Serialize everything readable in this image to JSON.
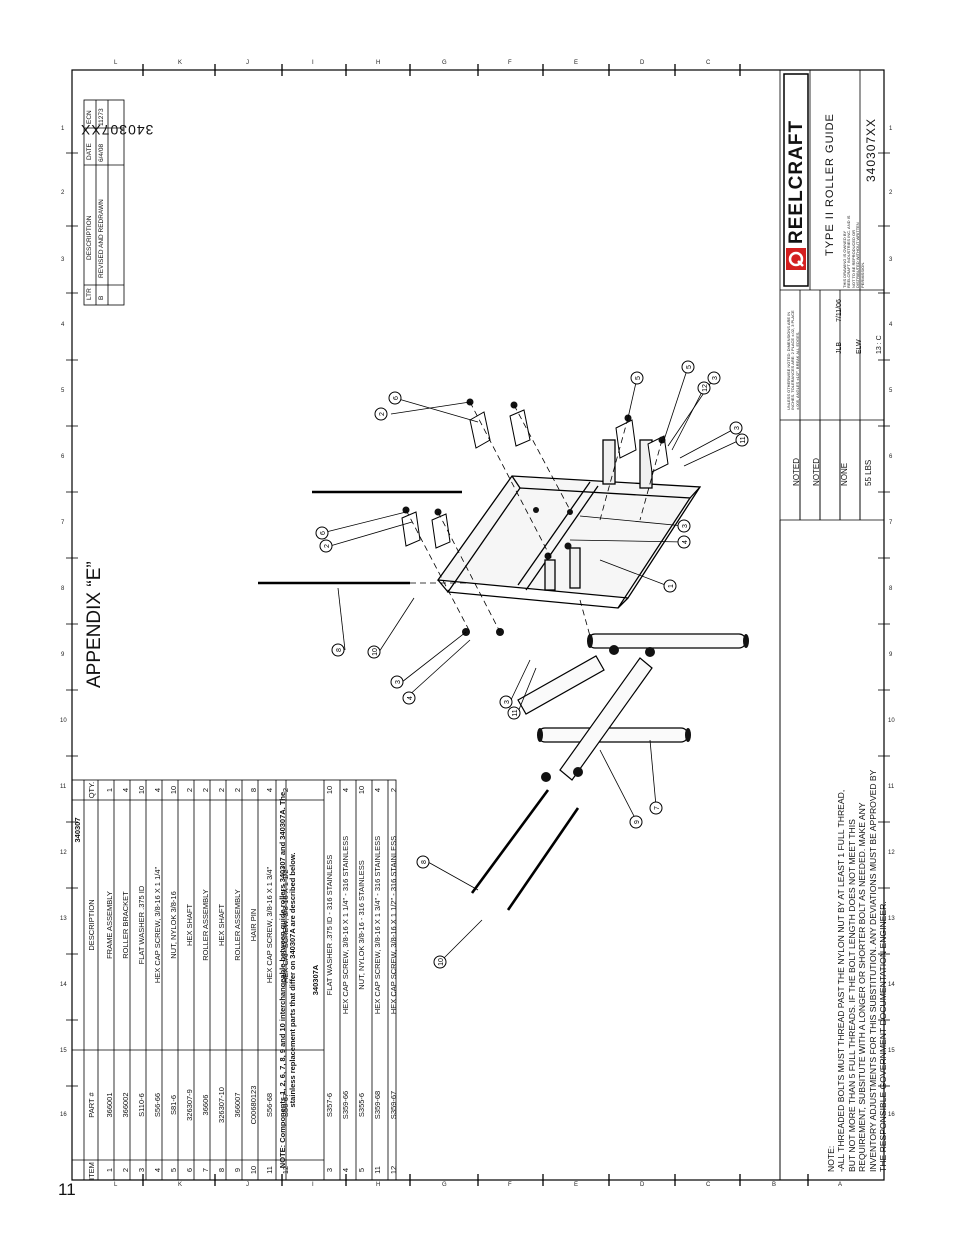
{
  "page_number": "11",
  "drawing_number": "340307XX",
  "appendix_title": "APPENDIX “E”",
  "revision_block": {
    "headers": [
      "LTR",
      "DESCRIPTION",
      "DATE",
      "ECN"
    ],
    "row": [
      "B",
      "REVISED AND REDRAWN",
      "6/4/08",
      "11273"
    ]
  },
  "parts_table": {
    "group_a": "340307",
    "headers": [
      "ITEM #",
      "PART #",
      "DESCRIPTION",
      "QTY."
    ],
    "rows": [
      [
        "1",
        "366001",
        "FRAME ASSEMBLY",
        "1"
      ],
      [
        "2",
        "366002",
        "ROLLER BRACKET",
        "4"
      ],
      [
        "3",
        "S110-6",
        "FLAT WASHER .375 ID",
        "10"
      ],
      [
        "4",
        "S56-66",
        "HEX CAP SCREW, 3/8-16 X 1 1/4\"",
        "4"
      ],
      [
        "5",
        "S81-6",
        "NUT, NYLOK 3/8-16",
        "10"
      ],
      [
        "6",
        "326307-9",
        "HEX SHAFT",
        "2"
      ],
      [
        "7",
        "36606",
        "ROLLER ASSEMBLY",
        "2"
      ],
      [
        "8",
        "326307-10",
        "HEX SHAFT",
        "2"
      ],
      [
        "9",
        "366007",
        "ROLLER ASSEMBLY",
        "2"
      ],
      [
        "10",
        "C00680123",
        "HAIR PIN",
        "8"
      ],
      [
        "11",
        "S56-68",
        "HEX CAP SCREW, 3/8-16 X 1 3/4\"",
        "4"
      ],
      [
        "12",
        "S56-67",
        "HEX CAP SCREW, 3/8-16 X 1 1/2\"",
        "2"
      ]
    ],
    "group_b": "340307A",
    "note": "NOTE: Components 1, 2, 6, 7, 8, 9 and 10 interchangeable between guide rollers 340307 and 340307A. The stainless replacement parts that differ on 340307A are described below.",
    "rows_b": [
      [
        "3",
        "S357-6",
        "FLAT WASHER .375 ID - 316 STAINLESS",
        "10"
      ],
      [
        "4",
        "S359-66",
        "HEX CAP SCREW, 3/8-16 X 1 1/4\" - 316 STAINLESS",
        "4"
      ],
      [
        "5",
        "S355-6",
        "NUT, NYLOK 3/8-16 - 316 STAINLESS",
        "10"
      ],
      [
        "11",
        "S359-68",
        "HEX CAP SCREW, 3/8-16 X 1 3/4\" - 316 STAINLESS",
        "4"
      ],
      [
        "12",
        "S359-67",
        "HEX CAP SCREW, 3/8-16 X 1 1/2\" - 316 STAINLESS",
        "2"
      ]
    ]
  },
  "note_block": [
    "NOTE:",
    "-ALL THREADED BOLTS MUST THREAD PAST THE NYLON NUT BY AT LEAST 1 FULL THREAD,",
    "BUT NOT MORE THAN 5 FULL THREADS.  IF THE BOLT LENGTH DOES NOT MEET THIS",
    "REQUIREMENT, SUBSITUTE WITH A LONGER OR SHORTER BOLT AS NEEDED.  MAKE ANY",
    "INVENTORY ADJUSTMENTS FOR THIS SUBSTITUTION.  ANY DEVIATIONS MUST BE APPROVED BY",
    "THE RESPONSIBLE GOVERNMENT DOCUMENTATION ENGINEER."
  ],
  "title_block": {
    "company": "REELCRAFT",
    "title": "TYPE II ROLLER GUIDE",
    "material": "NOTED",
    "finish": "NOTED",
    "heat_treat": "NONE",
    "weight": "55 LBS",
    "drawn_by": "JLB",
    "drawn_date": "7/11/06",
    "approved": "ELW",
    "scale": "13 : C",
    "tolerance_note": "UNLESS OTHERWISE NOTED: DIMENSIONS ARE IN INCHES. TOLERANCES ARE: 2 PLACE ±.02, 3 PLACE ±.005, ANGLES ±1/2°. BREAK ALL EDGES.",
    "proprietary": "THIS DRAWING IS OWNED BY REELCRAFT INDUSTRIES INC. AND IS NOT TO BE REPRODUCED OR DISTRIBUTED WITHOUT WRITTEN PERMISSION.",
    "brand_color": "#d41f1f"
  },
  "rulers": {
    "left_numbers": [
      "16",
      "15",
      "14",
      "13",
      "12",
      "11",
      "10",
      "9",
      "8",
      "7",
      "6",
      "5",
      "4",
      "3",
      "2",
      "1"
    ],
    "top_letters": [
      "L",
      "K",
      "J",
      "I",
      "H",
      "G",
      "F",
      "E",
      "D",
      "C"
    ],
    "bottom_letters": [
      "L",
      "K",
      "J",
      "I",
      "H",
      "G",
      "F",
      "E",
      "D",
      "C",
      "B",
      "A"
    ]
  }
}
